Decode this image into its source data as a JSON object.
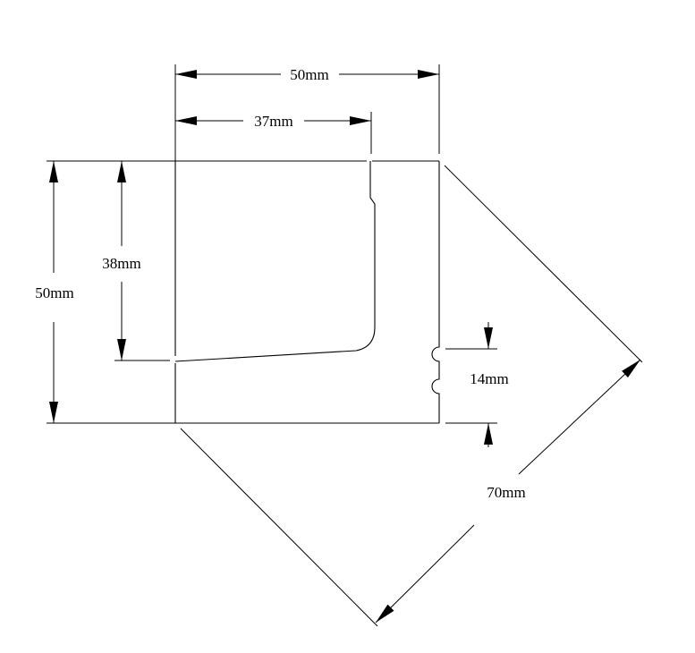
{
  "colors": {
    "line": "#000000",
    "background": "#ffffff"
  },
  "dimensions": {
    "top_width": "50mm",
    "inner_width": "37mm",
    "left_height": "50mm",
    "inner_height": "38mm",
    "slot_height": "14mm",
    "diagonal": "70mm"
  }
}
